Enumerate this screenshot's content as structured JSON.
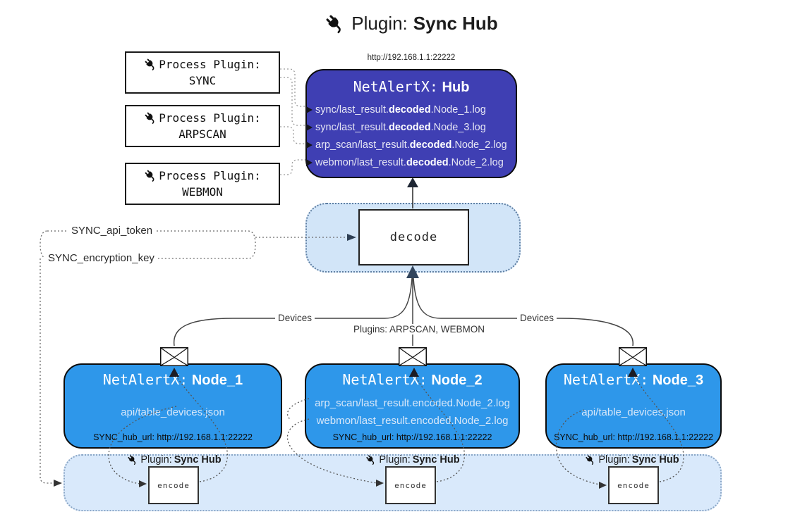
{
  "title": {
    "label": "Plugin:",
    "name": "Sync Hub"
  },
  "process_plugins": {
    "heading": "Process Plugin:",
    "items": [
      {
        "name": "SYNC"
      },
      {
        "name": "ARPSCAN"
      },
      {
        "name": "WEBMON"
      }
    ]
  },
  "hub": {
    "url": "http://192.168.1.1:22222",
    "title_label": "NetAlertX:",
    "title_name": "Hub",
    "logs": [
      {
        "pre": "sync/last_result.",
        "bold": "decoded",
        "post": ".Node_1.log"
      },
      {
        "pre": "sync/last_result.",
        "bold": "decoded",
        "post": ".Node_3.log"
      },
      {
        "pre": "arp_scan/last_result.",
        "bold": "decoded",
        "post": ".Node_2.log"
      },
      {
        "pre": "webmon/last_result.",
        "bold": "decoded",
        "post": ".Node_2.log"
      }
    ]
  },
  "decoder": {
    "label": "decode"
  },
  "settings": {
    "api_token": "SYNC_api_token",
    "encryption_key": "SYNC_encryption_key"
  },
  "edge_labels": {
    "devices_left": "Devices",
    "plugins_middle": "Plugins: ARPSCAN, WEBMON",
    "devices_right": "Devices"
  },
  "nodes": [
    {
      "title_label": "NetAlertX:",
      "title_name": "Node_1",
      "files": [
        "api/table_devices.json"
      ],
      "hub_url": "SYNC_hub_url: http://192.168.1.1:22222"
    },
    {
      "title_label": "NetAlertX:",
      "title_name": "Node_2",
      "files": [
        "arp_scan/last_result.encoded.Node_2.log",
        "webmon/last_result.encoded.Node_2.log"
      ],
      "hub_url": "SYNC_hub_url: http://192.168.1.1:22222"
    },
    {
      "title_label": "NetAlertX:",
      "title_name": "Node_3",
      "files": [
        "api/table_devices.json"
      ],
      "hub_url": "SYNC_hub_url: http://192.168.1.1:22222"
    }
  ],
  "encoder_band": {
    "plugin_label": "Plugin:",
    "plugin_name": "Sync Hub",
    "encode_label": "encode"
  },
  "colors": {
    "hub_bg": "#3f3fb3",
    "node_bg": "#2e97ea",
    "decode_band_bg": "#d2e5f8",
    "encode_band_bg": "#d9e9fb"
  }
}
